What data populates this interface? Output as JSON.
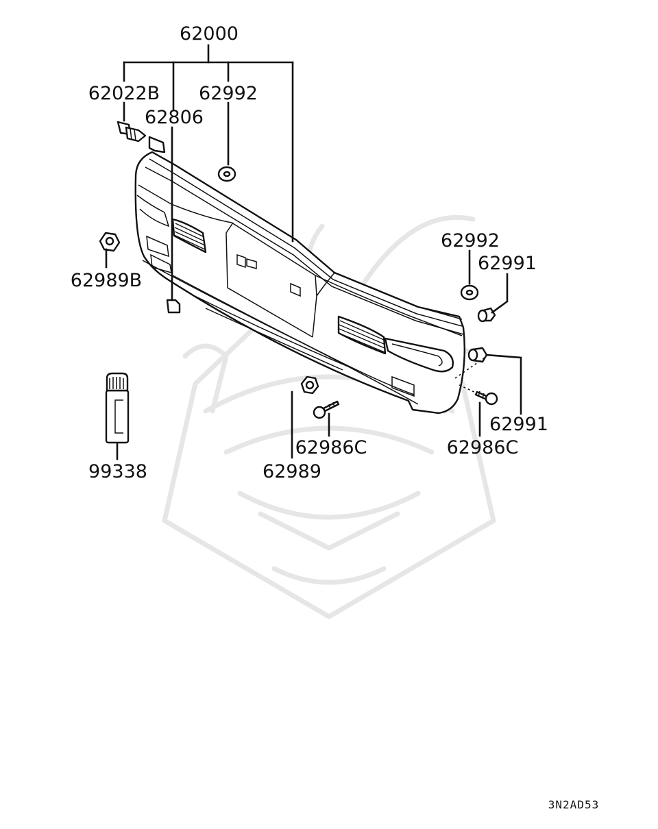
{
  "diagram": {
    "labels": {
      "assembly": "62000",
      "clip_top_left": "62022B",
      "bracket": "62806",
      "washer_top": "62992",
      "nut_left": "62989B",
      "washer_right": "62992",
      "screw_right_top": "62991",
      "screw_right_lower": "62991",
      "screw_center": "62986C",
      "screw_right": "62986C",
      "nut_center": "62989",
      "touchup_paint": "99338"
    },
    "drawing_code": "3N2AD53",
    "watermark": "samurai-helmet-logo"
  }
}
